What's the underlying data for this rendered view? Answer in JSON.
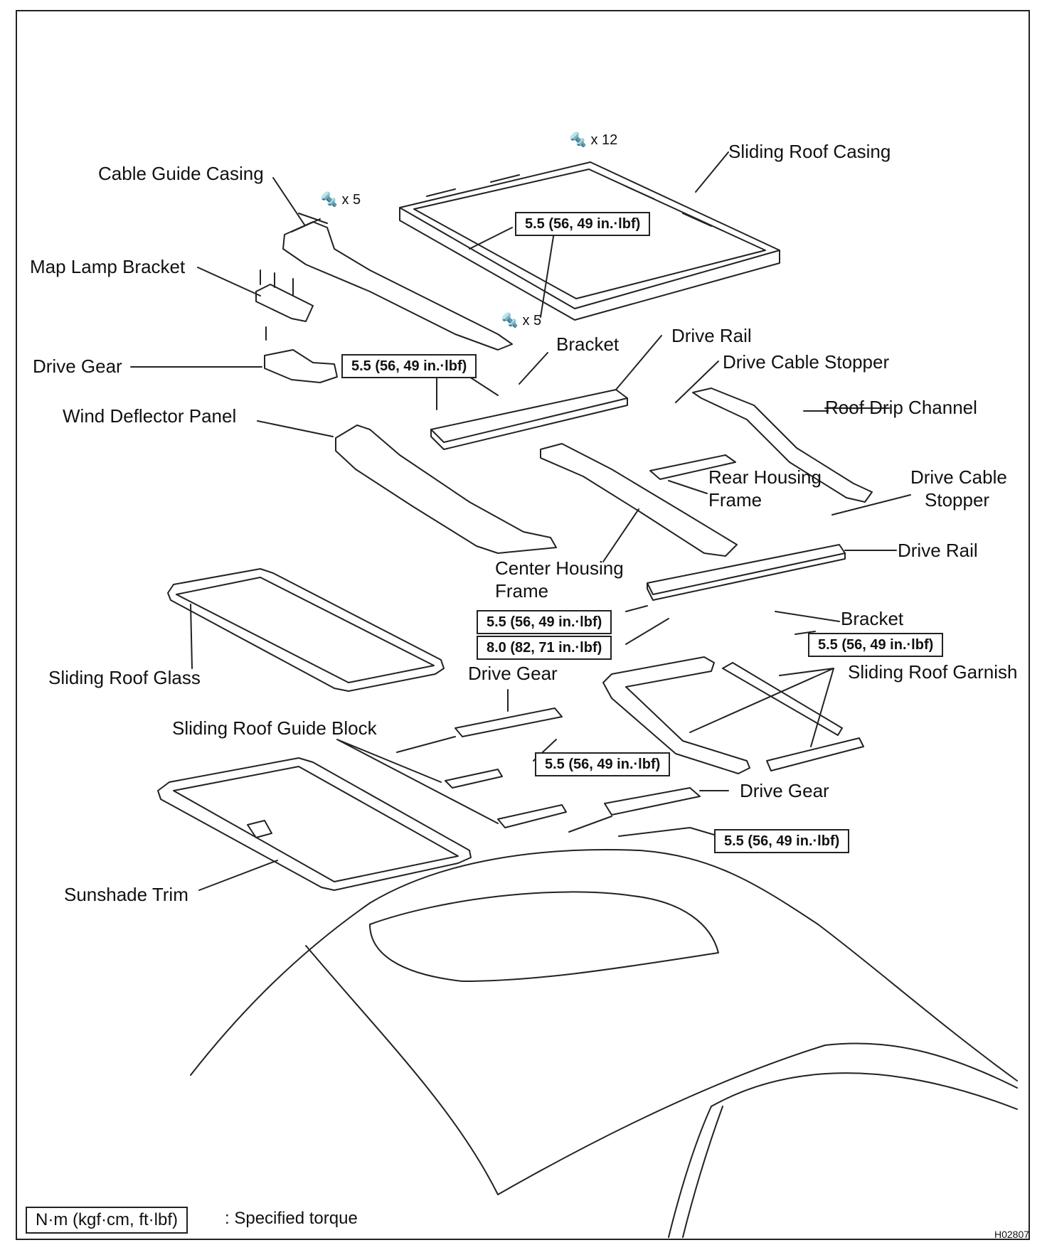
{
  "labels": {
    "cable_guide_casing": "Cable Guide Casing",
    "sliding_roof_casing": "Sliding Roof Casing",
    "map_lamp_bracket": "Map Lamp Bracket",
    "drive_gear_1": "Drive Gear",
    "bracket_1": "Bracket",
    "drive_rail_1": "Drive Rail",
    "drive_cable_stopper_1": "Drive Cable Stopper",
    "roof_drip_channel": "Roof Drip Channel",
    "wind_deflector_panel": "Wind Deflector Panel",
    "rear_housing_frame": [
      "Rear Housing",
      "Frame"
    ],
    "drive_cable_stopper_2": [
      "Drive Cable",
      "Stopper"
    ],
    "drive_rail_2": "Drive Rail",
    "center_housing_frame": [
      "Center Housing",
      "Frame"
    ],
    "bracket_2": "Bracket",
    "sliding_roof_glass": "Sliding Roof Glass",
    "drive_gear_2": "Drive Gear",
    "sliding_roof_garnish": "Sliding Roof Garnish",
    "sliding_roof_guide_block": "Sliding Roof Guide Block",
    "drive_gear_3": "Drive Gear",
    "sunshade_trim": "Sunshade Trim"
  },
  "quantities": {
    "x12": "x 12",
    "x5_top": "x 5",
    "x5_mid": "x 5"
  },
  "torque_specs": {
    "casing": "5.5 (56, 49 in.·lbf)",
    "bracket_left": "5.5 (56, 49 in.·lbf)",
    "rail_left": "5.5 (56, 49 in.·lbf)",
    "rail_heavy": "8.0 (82, 71 in.·lbf)",
    "bracket_right": "5.5 (56, 49 in.·lbf)",
    "drive_gear_mid": "5.5 (56, 49 in.·lbf)",
    "drive_gear_low": "5.5 (56, 49 in.·lbf)"
  },
  "legend": {
    "unit": "N·m (kgf·cm, ft·lbf)",
    "meaning": ": Specified torque"
  },
  "figure_code": "H02807"
}
